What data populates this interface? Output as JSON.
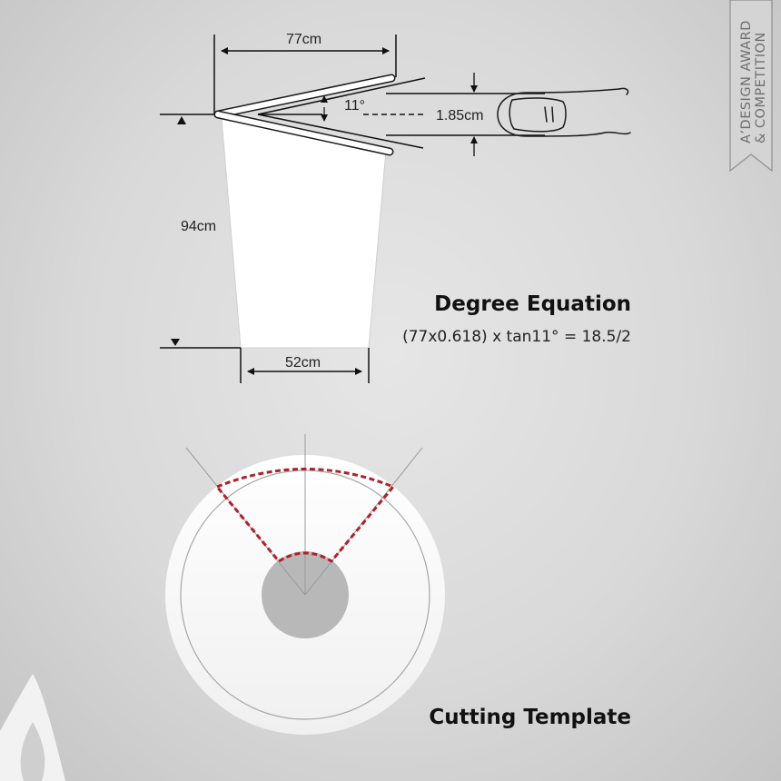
{
  "dimensions": {
    "top_width": "77cm",
    "angle": "11°",
    "finger_thickness": "1.85cm",
    "height": "94cm",
    "bottom_width": "52cm"
  },
  "equation": {
    "title": "Degree Equation",
    "formula": "(77x0.618) x tan11° = 18.5/2"
  },
  "template": {
    "title": "Cutting Template"
  },
  "badge": {
    "line1": "A’DESIGN AWARD",
    "line2": "& COMPETITION"
  },
  "colors": {
    "cut_line": "#b0202a",
    "cup_fill": "#ffffff",
    "hole_fill": "#b8b8b8",
    "line": "#1a1a1a"
  }
}
